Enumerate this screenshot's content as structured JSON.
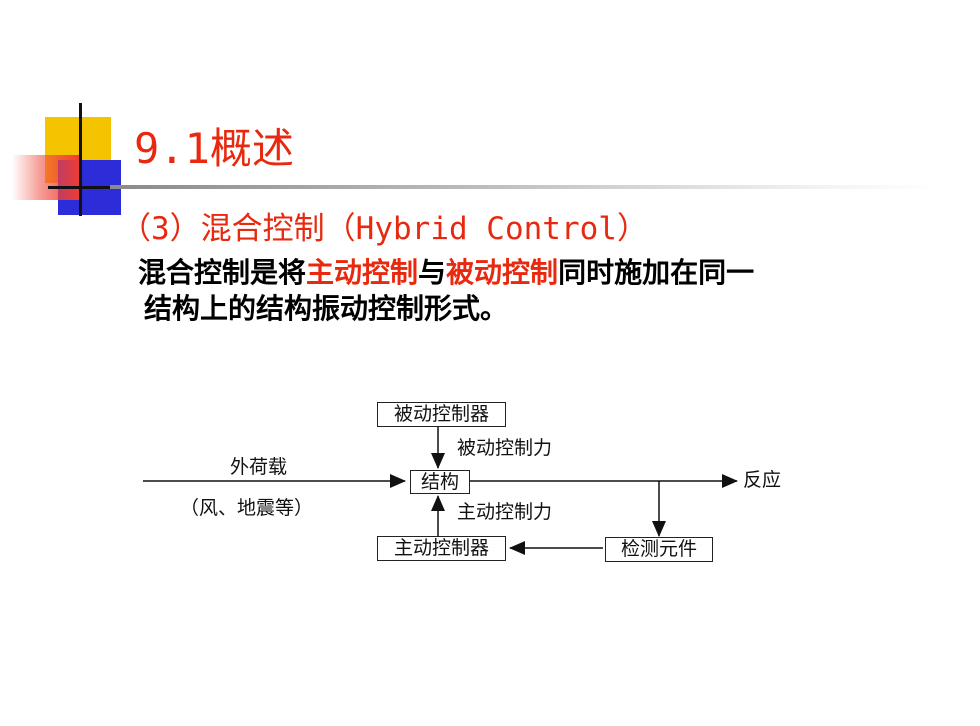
{
  "slide": {
    "title": "9.1概述",
    "subheading": "（3）混合控制（Hybrid Control）",
    "body": {
      "line1_part1": "混合控制是将",
      "line1_highlight1": "主动控制",
      "line1_part2": "与",
      "line1_highlight2": "被动控制",
      "line1_part3": "同时施加在同一",
      "line2": "结构上的结构振动控制形式。"
    }
  },
  "diagram": {
    "passive_controller": "被动控制器",
    "passive_force": "被动控制力",
    "external_load": "外荷载",
    "load_examples": "（风、地震等）",
    "structure": "结构",
    "response": "反应",
    "active_force": "主动控制力",
    "active_controller": "主动控制器",
    "sensor": "检测元件"
  },
  "colors": {
    "accent_red": "#e8290f",
    "deco_yellow": "#f4c400",
    "deco_blue": "#2c2cd8"
  }
}
